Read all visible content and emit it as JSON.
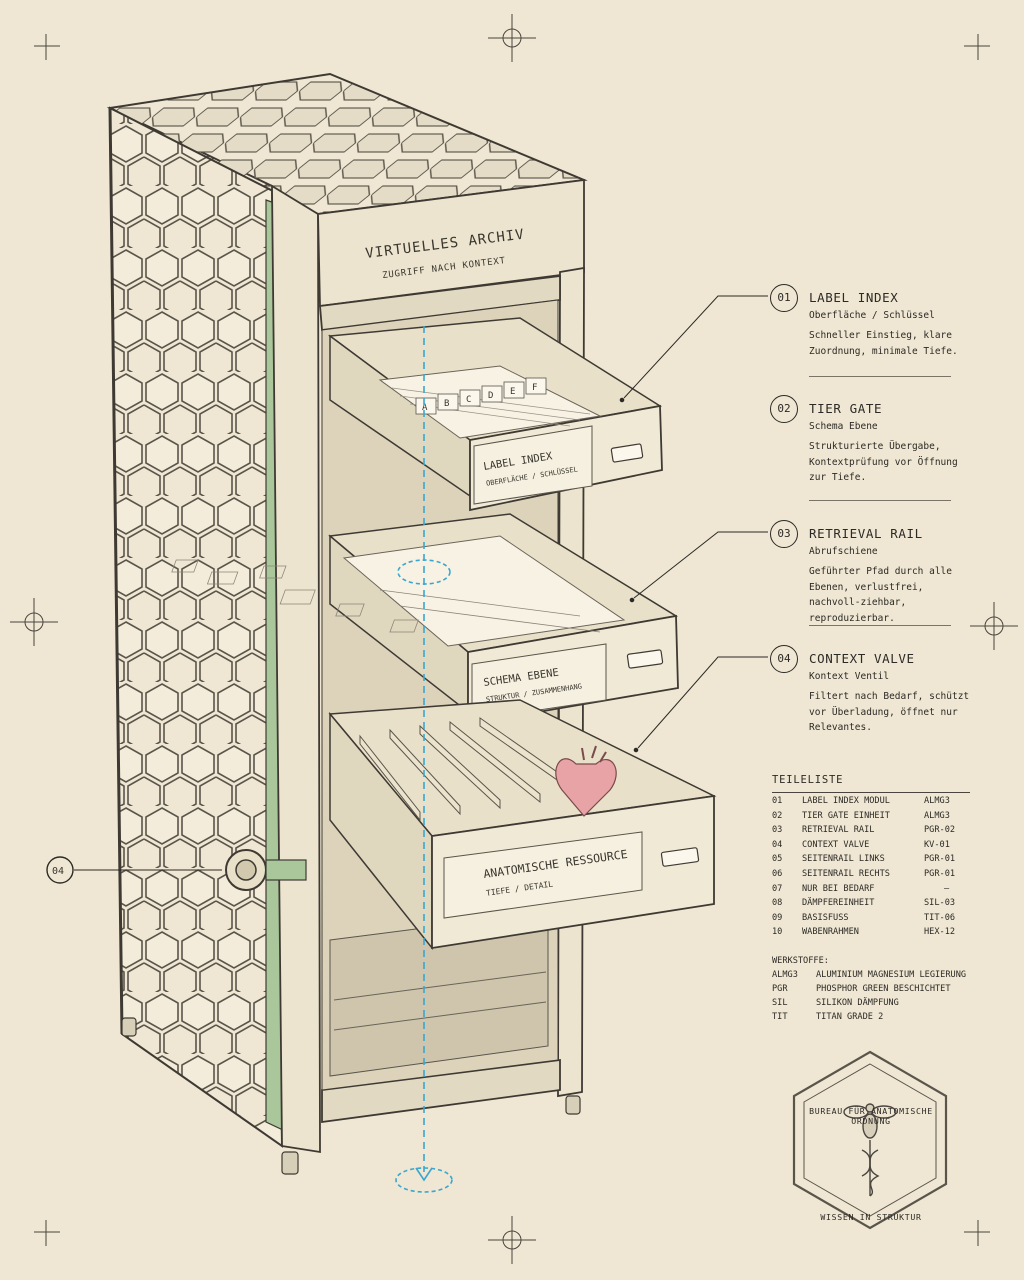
{
  "cabinet": {
    "header_title": "VIRTUELLES ARCHIV",
    "header_subtitle": "ZUGRIFF NACH KONTEXT",
    "drawers": [
      {
        "label": "LABEL INDEX",
        "sub": "OBERFLÄCHE / SCHLÜSSEL",
        "tabs": [
          "A",
          "B",
          "C",
          "D",
          "E",
          "F"
        ]
      },
      {
        "label": "SCHEMA EBENE",
        "sub": "STRUKTUR / ZUSAMMENHANG"
      },
      {
        "label": "ANATOMISCHE RESSOURCE",
        "sub": "TIEFE / DETAIL"
      }
    ],
    "valve_marker": "04"
  },
  "callouts": [
    {
      "num": "01",
      "title": "LABEL INDEX",
      "subtitle": "Oberfläche / Schlüssel",
      "desc": "Schneller Einstieg, klare Zuordnung, minimale Tiefe."
    },
    {
      "num": "02",
      "title": "TIER GATE",
      "subtitle": "Schema Ebene",
      "desc": "Strukturierte Übergabe, Kontextprüfung vor Öffnung zur Tiefe."
    },
    {
      "num": "03",
      "title": "RETRIEVAL RAIL",
      "subtitle": "Abrufschiene",
      "desc": "Geführter Pfad durch alle Ebenen, verlustfrei, nachvoll-ziehbar, reproduzierbar."
    },
    {
      "num": "04",
      "title": "CONTEXT VALVE",
      "subtitle": "Kontext Ventil",
      "desc": "Filtert nach Bedarf, schützt vor Überladung, öffnet nur Relevantes."
    }
  ],
  "parts_list": {
    "title": "TEILELISTE",
    "rows": [
      {
        "n": "01",
        "name": "LABEL INDEX MODUL",
        "code": "ALMG3"
      },
      {
        "n": "02",
        "name": "TIER GATE EINHEIT",
        "code": "ALMG3"
      },
      {
        "n": "03",
        "name": "RETRIEVAL RAIL",
        "code": "PGR-02"
      },
      {
        "n": "04",
        "name": "CONTEXT VALVE",
        "code": "KV-01"
      },
      {
        "n": "05",
        "name": "SEITENRAIL LINKS",
        "code": "PGR-01"
      },
      {
        "n": "06",
        "name": "SEITENRAIL RECHTS",
        "code": "PGR-01"
      },
      {
        "n": "07",
        "name": "NUR BEI BEDARF",
        "code": "–"
      },
      {
        "n": "08",
        "name": "DÄMPFEREINHEIT",
        "code": "SIL-03"
      },
      {
        "n": "09",
        "name": "BASISFUSS",
        "code": "TIT-06"
      },
      {
        "n": "10",
        "name": "WABENRAHMEN",
        "code": "HEX-12"
      }
    ]
  },
  "materials": {
    "title": "WERKSTOFFE:",
    "rows": [
      {
        "code": "ALMG3",
        "name": "ALUMINIUM MAGNESIUM LEGIERUNG"
      },
      {
        "code": "PGR",
        "name": "PHOSPHOR GREEN BESCHICHTET"
      },
      {
        "code": "SIL",
        "name": "SILIKON DÄMPFUNG"
      },
      {
        "code": "TIT",
        "name": "TITAN GRADE 2"
      }
    ]
  },
  "seal": {
    "top_text": "BUREAU FÜR ANATOMISCHE ORDNUNG",
    "bottom_text": "WISSEN IN STRUKTUR"
  },
  "colors": {
    "paper": "#efe7d3",
    "ink": "#2c2a26",
    "rail_green": "#a9c79a",
    "retrieval_blue": "#3aa6cf",
    "heart_pink": "#e7a3a6"
  }
}
